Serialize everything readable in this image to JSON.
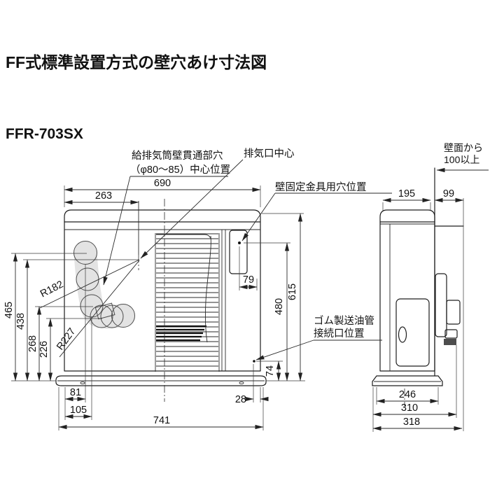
{
  "page": {
    "title": "FF式標準設置方式の壁穴あけ寸法図",
    "model": "FFR-703SX"
  },
  "labels": {
    "flue_hole_1": "給排気筒壁貫通部穴",
    "flue_hole_2": "（φ80〜85）中心位置",
    "exhaust_center": "排気口中心",
    "wall_bracket": "壁固定金具用穴位置",
    "wall_clearance_1": "壁面から",
    "wall_clearance_2": "100以上",
    "oil_pipe_1": "ゴム製送油管",
    "oil_pipe_2": "接続口位置"
  },
  "dims": {
    "overall_width": "690",
    "exhaust_offset_x": "263",
    "hole_top_height": "465",
    "hole_center_height": "438",
    "hole_low_height": "268",
    "hole_lowest_height": "226",
    "radius_inner": "R182",
    "radius_outer": "R227",
    "hole_top_offset_x": "81",
    "hole_low_offset_x": "105",
    "base_width": "741",
    "oil_offset_x": "28",
    "oil_height": "74",
    "bracket_offset_x": "79",
    "bracket_height": "480",
    "overall_height": "615",
    "body_depth": "195",
    "pipe_protrusion": "99",
    "base_depth_inner": "246",
    "base_depth_mid": "310",
    "base_depth_total": "318"
  },
  "colors": {
    "line": "#1d1d1d",
    "blob_fill": "#e3e3e3",
    "dark_part": "#4d4d4d",
    "background": "#ffffff"
  }
}
